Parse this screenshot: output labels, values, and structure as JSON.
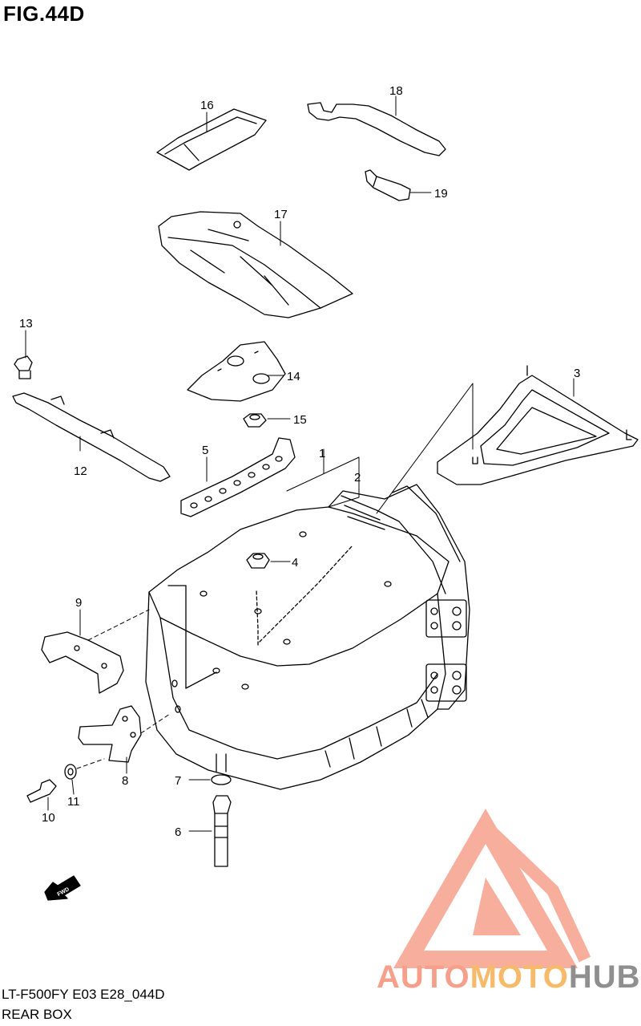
{
  "figure": {
    "title": "FIG.44D",
    "model_code": "LT-F500FY E03 E28_044D",
    "section_name": "REAR BOX"
  },
  "callouts": [
    {
      "id": "c1",
      "label": "1"
    },
    {
      "id": "c2",
      "label": "2"
    },
    {
      "id": "c3",
      "label": "3"
    },
    {
      "id": "c4",
      "label": "4"
    },
    {
      "id": "c5",
      "label": "5"
    },
    {
      "id": "c6",
      "label": "6"
    },
    {
      "id": "c7",
      "label": "7"
    },
    {
      "id": "c8",
      "label": "8"
    },
    {
      "id": "c9",
      "label": "9"
    },
    {
      "id": "c10",
      "label": "10"
    },
    {
      "id": "c11",
      "label": "11"
    },
    {
      "id": "c12",
      "label": "12"
    },
    {
      "id": "c13",
      "label": "13"
    },
    {
      "id": "c14",
      "label": "14"
    },
    {
      "id": "c15",
      "label": "15"
    },
    {
      "id": "c16",
      "label": "16"
    },
    {
      "id": "c17",
      "label": "17"
    },
    {
      "id": "c18",
      "label": "18"
    },
    {
      "id": "c19",
      "label": "19"
    }
  ],
  "fwd_arrow": {
    "label": "FWD"
  },
  "watermark": {
    "part1": "AUTO",
    "part2": "MOTO",
    "part3": "HUB",
    "colors": {
      "red": "#f6a08c",
      "orange": "#f7b96a",
      "gray": "#8f8f8f"
    }
  }
}
